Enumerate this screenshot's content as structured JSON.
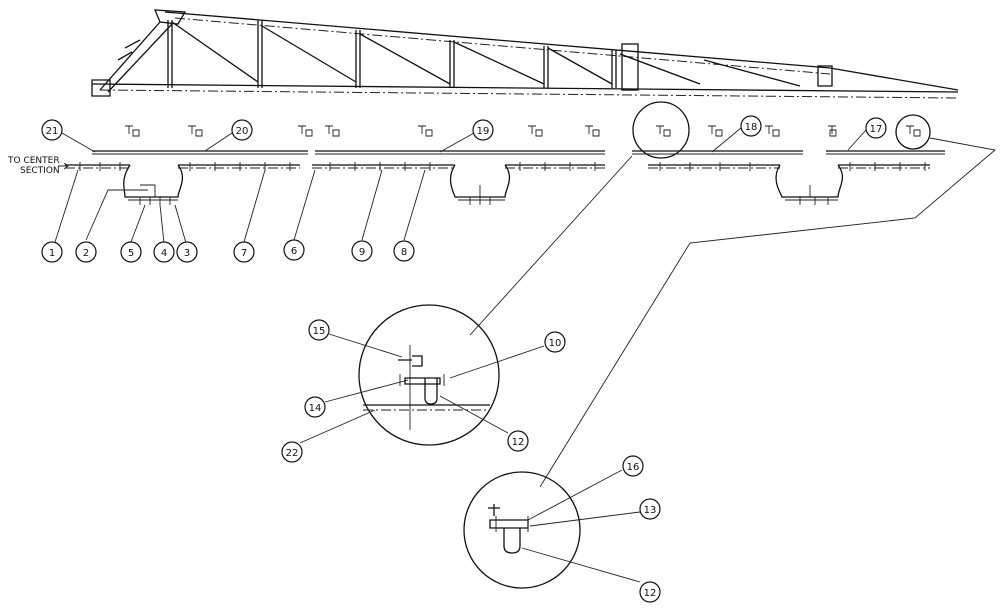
{
  "note": {
    "line1": "TO  CENTER",
    "line2": "SECTION"
  },
  "callouts": [
    "21",
    "20",
    "19",
    "18",
    "17",
    "1",
    "2",
    "5",
    "4",
    "3",
    "7",
    "6",
    "9",
    "8",
    "15",
    "10",
    "14",
    "12",
    "22",
    "16",
    "13",
    "12"
  ]
}
